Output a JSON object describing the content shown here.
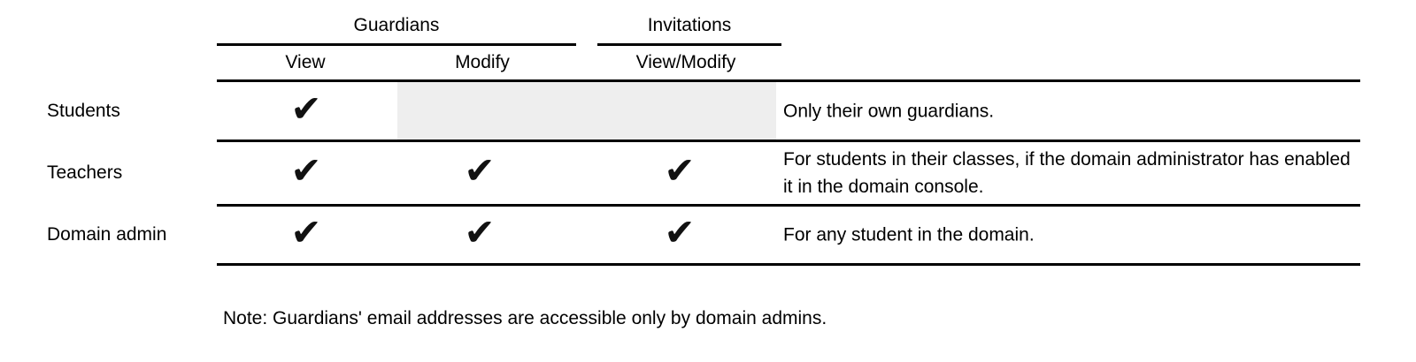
{
  "table": {
    "column_groups": [
      {
        "label": "Guardians",
        "columns": [
          "View",
          "Modify"
        ]
      },
      {
        "label": "Invitations",
        "columns": [
          "View/Modify"
        ]
      }
    ],
    "sub_columns": {
      "view": "View",
      "modify": "Modify",
      "view_modify": "View/Modify"
    },
    "check_glyph": "✔",
    "rows": [
      {
        "role": "Students",
        "view": true,
        "modify": false,
        "view_modify": false,
        "note": "Only their own guardians."
      },
      {
        "role": "Teachers",
        "view": true,
        "modify": true,
        "view_modify": true,
        "note": "For students in their classes, if the domain administrator has enabled it in the domain console."
      },
      {
        "role": "Domain admin",
        "view": true,
        "modify": true,
        "view_modify": true,
        "note": "For any student in the domain."
      }
    ]
  },
  "footnote": "Note: Guardians' email addresses are accessible only by domain admins.",
  "colors": {
    "text": "#000000",
    "line": "#000000",
    "disabled_cell": "#eeeeee",
    "background": "#ffffff"
  }
}
